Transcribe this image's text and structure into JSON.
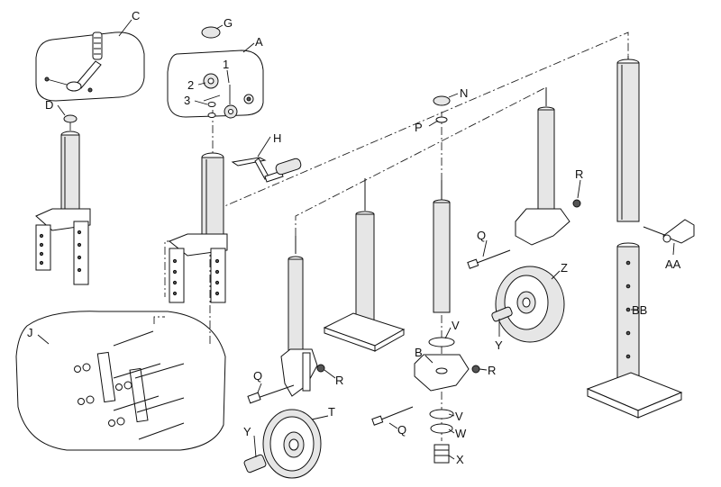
{
  "labels": {
    "A": "A",
    "B": "B",
    "C": "C",
    "D": "D",
    "G": "G",
    "H": "H",
    "J": "J",
    "N": "N",
    "P": "P",
    "Q1": "Q",
    "Q2": "Q",
    "Q3": "Q",
    "R1": "R",
    "R2": "R",
    "R3": "R",
    "T": "T",
    "V1": "V",
    "V2": "V",
    "W": "W",
    "X": "X",
    "Y1": "Y",
    "Y2": "Y",
    "Z": "Z",
    "AA": "AA",
    "BB": "BB",
    "n1": "1",
    "n2": "2",
    "n3": "3"
  }
}
